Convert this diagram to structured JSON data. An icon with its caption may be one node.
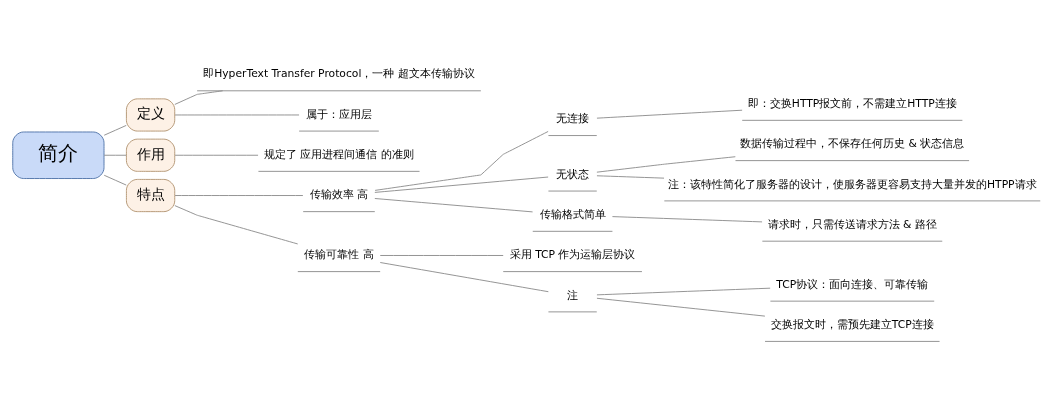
{
  "diagram": {
    "nodes": [
      {
        "text": [
          "简介"
        ]
      },
      {
        "text": [
          "定义"
        ]
      },
      {
        "text": [
          "即HyperText Transfer Protocol，一种 超文本传输协议"
        ]
      },
      {
        "text": [
          "属于：应用层"
        ]
      },
      {
        "text": [
          "作用"
        ]
      },
      {
        "text": [
          "规定了 应用进程间通信 的准则"
        ]
      },
      {
        "text": [
          "特点"
        ]
      },
      {
        "text": [
          "传输效率 高"
        ]
      },
      {
        "text": [
          "无连接"
        ]
      },
      {
        "text": [
          "即：交换HTTP报文前，不需建立HTTP连接"
        ]
      },
      {
        "text": [
          "无状态"
        ]
      },
      {
        "text": [
          "数据传输过程中，不保存任何历史 & 状态信息"
        ]
      },
      {
        "text": [
          "注：该特性简化了服务器的设计，使服务器更容易支持大量并发的HTPP请求"
        ]
      },
      {
        "text": [
          "传输格式简单"
        ]
      },
      {
        "text": [
          "请求时，只需传送请求方法 & 路径"
        ]
      },
      {
        "text": [
          "传输可靠性 高"
        ]
      },
      {
        "text": [
          "采用 TCP 作为运输层协议"
        ]
      },
      {
        "text": [
          "注"
        ]
      },
      {
        "text": [
          "TCP协议：面向连接、可靠传输"
        ]
      },
      {
        "text": [
          "交换报文时，需预先建立TCP连接"
        ]
      }
    ],
    "edges": [
      {
        "from": 0,
        "to": 1,
        "arrow": "none"
      },
      {
        "from": 1,
        "to": 2,
        "arrow": "none"
      },
      {
        "from": 1,
        "to": 3,
        "arrow": "none"
      },
      {
        "from": 0,
        "to": 4,
        "arrow": "none"
      },
      {
        "from": 4,
        "to": 5,
        "arrow": "none"
      },
      {
        "from": 0,
        "to": 6,
        "arrow": "none"
      },
      {
        "from": 6,
        "to": 7,
        "arrow": "none"
      },
      {
        "from": 7,
        "to": 8,
        "arrow": "none"
      },
      {
        "from": 8,
        "to": 9,
        "arrow": "none"
      },
      {
        "from": 7,
        "to": 10,
        "arrow": "none"
      },
      {
        "from": 10,
        "to": 11,
        "arrow": "none"
      },
      {
        "from": 10,
        "to": 12,
        "arrow": "none"
      },
      {
        "from": 7,
        "to": 13,
        "arrow": "none"
      },
      {
        "from": 13,
        "to": 14,
        "arrow": "none"
      },
      {
        "from": 6,
        "to": 15,
        "arrow": "none"
      },
      {
        "from": 15,
        "to": 16,
        "arrow": "none"
      },
      {
        "from": 15,
        "to": 17,
        "arrow": "none"
      },
      {
        "from": 17,
        "to": 18,
        "arrow": "none"
      },
      {
        "from": 17,
        "to": 19,
        "arrow": "none"
      }
    ]
  }
}
